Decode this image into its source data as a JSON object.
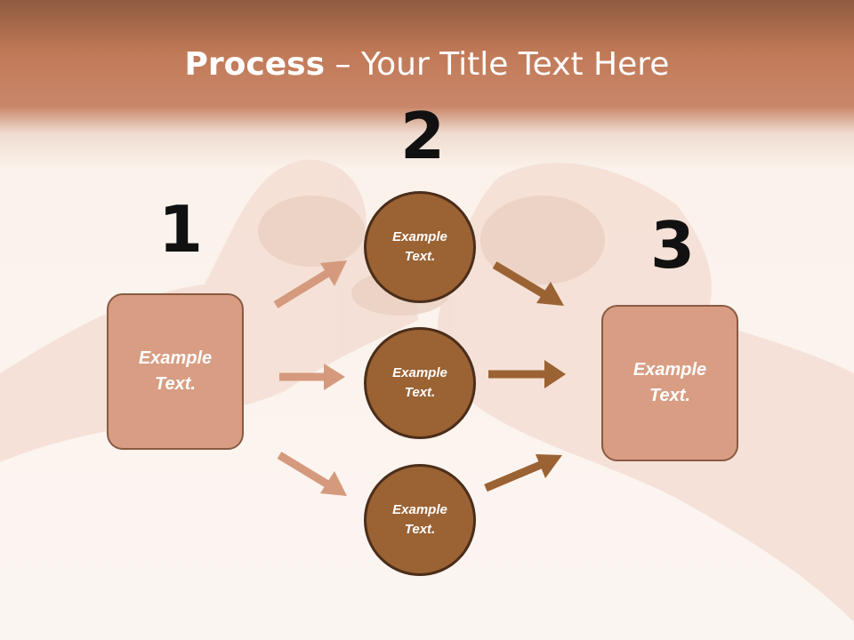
{
  "title": {
    "bold": "Process",
    "rest": " – Your Title Text Here"
  },
  "steps": {
    "one": "1",
    "two": "2",
    "three": "3"
  },
  "left_box": {
    "label": "Example Text."
  },
  "right_box": {
    "label": "Example Text."
  },
  "circles": [
    {
      "label": "Example Text."
    },
    {
      "label": "Example Text."
    },
    {
      "label": "Example Text."
    }
  ],
  "colors": {
    "header": "#c17a58",
    "box_fill": "#d89d83",
    "circle_fill": "#9b6233",
    "arrow_light": "#d59a7d",
    "arrow_dark": "#9b6233"
  }
}
